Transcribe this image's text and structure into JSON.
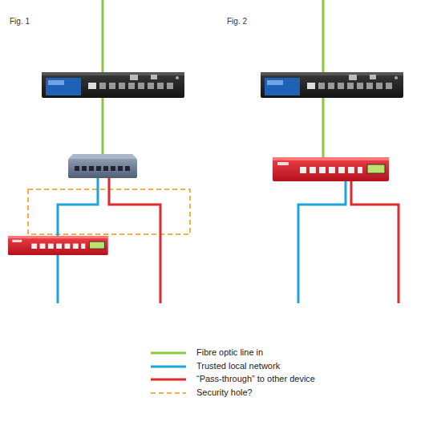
{
  "diagram": {
    "labels": [
      "Fig. 1",
      "Fig. 2"
    ],
    "legend": [
      {
        "text": "Fibre optic line in"
      },
      {
        "text": "Trusted local network"
      },
      {
        "text": "“Pass-through” to other device"
      },
      {
        "text": "Security hole?"
      }
    ]
  }
}
